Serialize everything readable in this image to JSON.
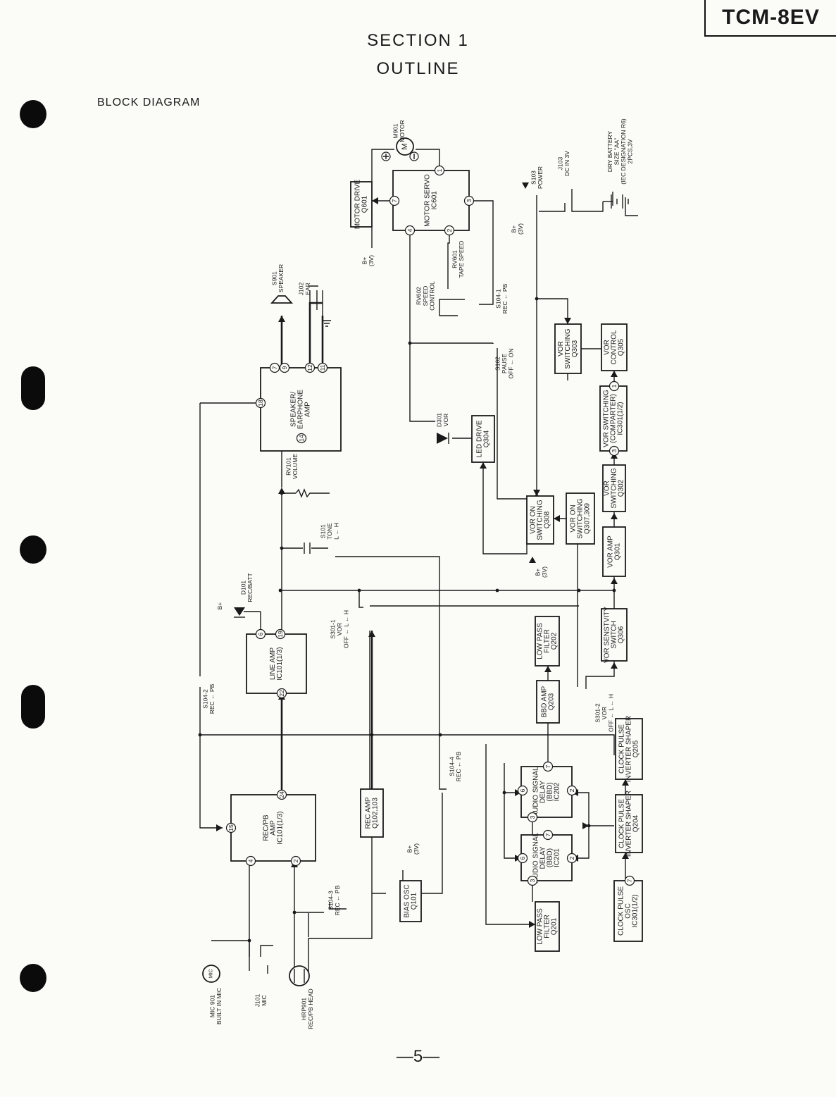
{
  "header": {
    "model": "TCM-8EV",
    "section": "SECTION 1",
    "outline": "OUTLINE",
    "block_label": "BLOCK DIAGRAM"
  },
  "footer": {
    "page": "—5—"
  },
  "blocks": {
    "motor_drive": [
      "MOTOR DRIVE",
      "Q601"
    ],
    "motor_servo": [
      "MOTOR SERVO",
      "IC601"
    ],
    "speaker_amp": [
      "SPEAKER/",
      "EARPHONE",
      "AMP"
    ],
    "line_amp": [
      "LINE AMP",
      "IC101(1/3)"
    ],
    "recpb_amp": [
      "REC/PB",
      "AMP",
      "IC101(1/3)"
    ],
    "rec_amp": [
      "REC AMP",
      "Q102,103"
    ],
    "bias_osc": [
      "BIAS OSC",
      "Q101"
    ],
    "led_drive": [
      "LED DRIVE",
      "Q304"
    ],
    "vor_on_sw_308": [
      "VOR ON",
      "SWITCHING",
      "Q308"
    ],
    "vor_on_sw_307": [
      "VOR ON",
      "SWITCHING",
      "Q307,309"
    ],
    "vor_sw_303": [
      "VOR",
      "SWITCHING",
      "Q303"
    ],
    "vor_control": [
      "VOR",
      "CONTROL",
      "Q305"
    ],
    "vor_comparter": [
      "VOR SWITCHING",
      "(COMPARTER)",
      "IC301(1/2)"
    ],
    "vor_sw_302": [
      "VOR",
      "SWITCHING",
      "Q302"
    ],
    "vor_amp": [
      "VOR AMP",
      "Q301"
    ],
    "vor_sens": [
      "VOR SENSTVITY",
      "SWITCH",
      "Q306"
    ],
    "lpf_202": [
      "LOW PASS",
      "FILTER",
      "Q202"
    ],
    "bbd_amp": [
      "BBD AMP",
      "Q203"
    ],
    "clock_205": [
      "CLOCK PULSE",
      "INVERTER SHAPER",
      "Q205"
    ],
    "clock_204": [
      "CLOCK PULSE",
      "INVERTER SHAPER",
      "Q204"
    ],
    "clock_osc": [
      "CLOCK PULSE",
      "OSC",
      "IC301(1/2)"
    ],
    "delay_202": [
      "AUDIO SIGNAL",
      "DELAY",
      "(BBD)",
      "IC202"
    ],
    "delay_201": [
      "AUDIO SIGNAL",
      "DELAY",
      "(BBD)",
      "IC201"
    ],
    "lpf_201": [
      "LOW PASS",
      "FILTER",
      "Q201"
    ]
  },
  "components": {
    "m901": [
      "M901",
      "MOTOR"
    ],
    "s103": [
      "S103",
      "POWER"
    ],
    "j103": [
      "J103",
      "DC IN 3V"
    ],
    "battery": [
      "DRY BATTERY",
      "SIZE \"AA\"",
      "(IEC DESIGNATION R6)",
      "2PCS,3V"
    ],
    "bplus_motor": [
      "B+",
      "(3V)"
    ],
    "bplus_s103": [
      "B+",
      "(3V)"
    ],
    "bplus_vor": [
      "B+",
      "(3V)"
    ],
    "bplus_bias": [
      "B+",
      "(3V)"
    ],
    "bplus_led": "B+",
    "s901": [
      "S901",
      "SPEAKER"
    ],
    "j102": [
      "J102",
      "EAR"
    ],
    "rv602": [
      "RV602",
      "SPEED",
      "CONTROL"
    ],
    "rv601": [
      "RV601",
      "TAPE SPEED"
    ],
    "s104_1": [
      "S104-1",
      "REC ← PB"
    ],
    "s102": [
      "S102",
      "PAUSE",
      "OFF ← ON"
    ],
    "d301": [
      "D301",
      "VOR"
    ],
    "rv101": [
      "RV101",
      "VOLUME"
    ],
    "s101": [
      "S101",
      "TONE",
      "L ← H"
    ],
    "d101": [
      "D101",
      "REC/BATT"
    ],
    "s104_2": [
      "S104-2",
      "REC ← PB"
    ],
    "s301_1": [
      "S301-1",
      "VOR",
      "OFF ← L ← H"
    ],
    "s301_2": [
      "S301-2",
      "VOR",
      "OFF ← L ← H"
    ],
    "s104_4": [
      "S104-4",
      "REC ← PB"
    ],
    "s104_3": [
      "S104-3",
      "REC ← PB"
    ],
    "mic901": [
      "MIC 901",
      "BUILT IN MIC"
    ],
    "mic_glyph": "MIC",
    "j101": [
      "J101",
      "MIC"
    ],
    "hrp901": [
      "HRP901",
      "REC/PB HEAD"
    ]
  }
}
